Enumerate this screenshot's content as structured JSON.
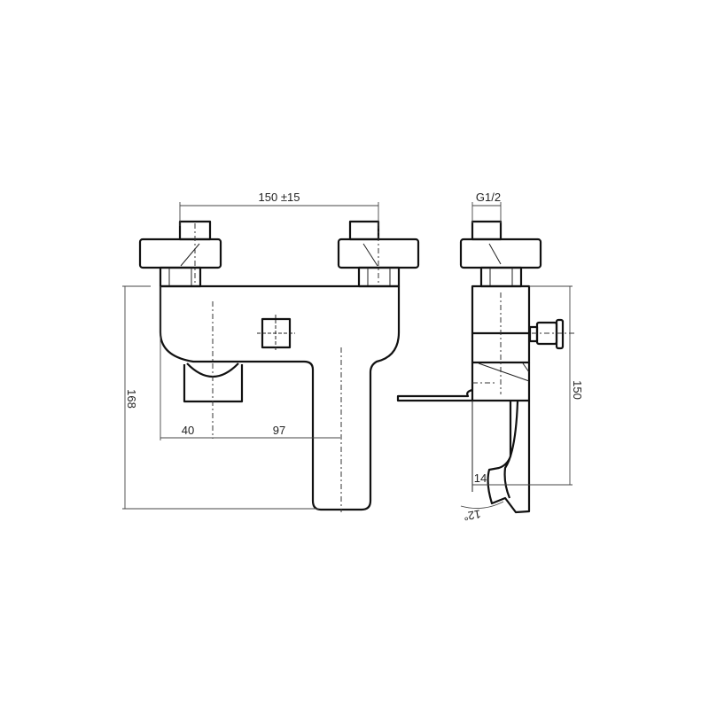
{
  "drawing": {
    "front_view": {
      "inlet_spacing": "150 ±15",
      "height": "168",
      "offset_left": "40",
      "offset_spout": "97"
    },
    "side_view": {
      "thread": "G1/2",
      "height": "150",
      "depth": "14",
      "angle": "12°"
    },
    "colors": {
      "line": "#111111",
      "background": "#ffffff"
    }
  }
}
